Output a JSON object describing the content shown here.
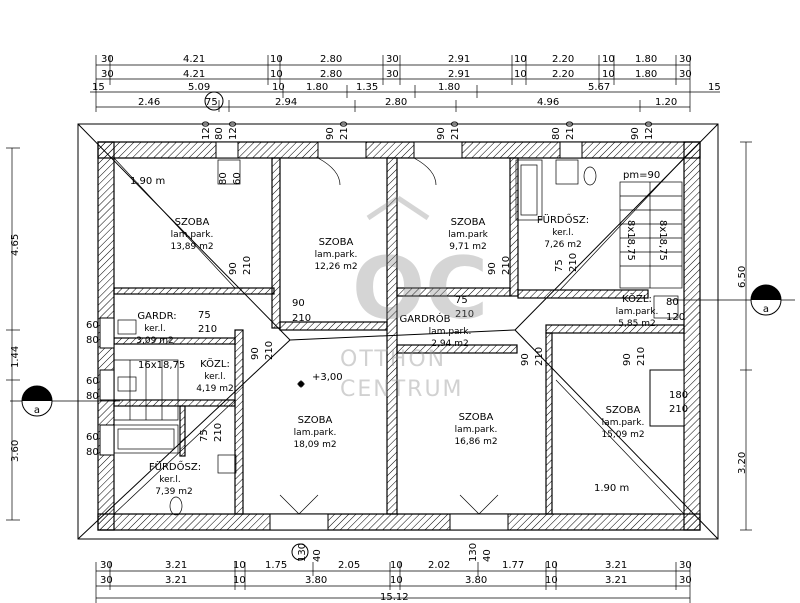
{
  "dims_top": {
    "row1": [
      "30",
      "4.21",
      "10",
      "2.80",
      "30",
      "2.91",
      "10",
      "2.20",
      "10",
      "1.80",
      "30"
    ],
    "row2": [
      "30",
      "4.21",
      "10",
      "2.80",
      "30",
      "2.91",
      "10",
      "2.20",
      "10",
      "1.80",
      "30"
    ],
    "row3": [
      "15",
      "5.09",
      "10",
      "1.80",
      "1.35",
      "1.80",
      "5.67",
      "15"
    ],
    "row4": [
      "2.46",
      "75",
      "2.94",
      "2.80",
      "4.96",
      "1.20"
    ]
  },
  "dims_bottom": {
    "row1": [
      "30",
      "3.21",
      "10",
      "1.75",
      "2.05",
      "10",
      "2.02",
      "1.77",
      "10",
      "3.21",
      "30"
    ],
    "row2": [
      "30",
      "3.21",
      "10",
      "3.80",
      "10",
      "3.80",
      "10",
      "3.21",
      "30"
    ],
    "total": "15.12"
  },
  "dims_left": [
    "4.65",
    "1.44",
    "3.60"
  ],
  "dims_right": [
    "6.50",
    "3.20"
  ],
  "section_marks": {
    "left": "a",
    "right": "a"
  },
  "rooms": [
    {
      "name": "SZOBA",
      "floor": "lam.park.",
      "area": "13,89 m2"
    },
    {
      "name": "SZOBA",
      "floor": "lam.park.",
      "area": "12,26 m2"
    },
    {
      "name": "SZOBA",
      "floor": "lam.park",
      "area": "9,71 m2"
    },
    {
      "name": "FÜRDŐSZ:",
      "floor": "ker.l.",
      "area": "7,26 m2"
    },
    {
      "name": "GARDR:",
      "floor": "ker.l.",
      "area": "3,09 m2"
    },
    {
      "name": "KÖZL:",
      "floor": "ker.l.",
      "area": "4,19 m2"
    },
    {
      "name": "GARDRÓB",
      "floor": "lam.park.",
      "area": "2,94 m2"
    },
    {
      "name": "KÖZL:",
      "floor": "lam.park.",
      "area": "5,85 m2"
    },
    {
      "name": "SZOBA",
      "floor": "lam.park.",
      "area": "18,09 m2"
    },
    {
      "name": "SZOBA",
      "floor": "lam.park.",
      "area": "16,86 m2"
    },
    {
      "name": "SZOBA",
      "floor": "lam.park.",
      "area": "15,09 m2"
    },
    {
      "name": "FÜRDŐSZ:",
      "floor": "ker.l.",
      "area": "7,39 m2"
    }
  ],
  "labels": {
    "height_left": "1.90 m",
    "height_right": "1.90 m",
    "level": "+3,00",
    "stair_top": "pm=90",
    "stair_left": "16x18,75",
    "stair_right_a": "8x18,75",
    "stair_right_b": "8x18,75"
  },
  "openings": {
    "o90": "90",
    "o210": "210",
    "o120": "120",
    "o80": "80",
    "o75": "75",
    "o60": "60",
    "o180": "180",
    "o130": "130",
    "o40": "40"
  },
  "watermark": {
    "brand_top": "OTTHON",
    "brand_bottom": "CENTRUM",
    "logo": "OC"
  }
}
